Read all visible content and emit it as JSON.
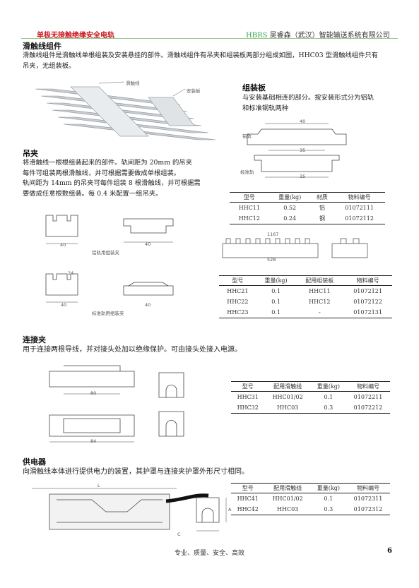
{
  "header": {
    "left_title": "单极无接触绝缘安全电轨",
    "brand": "HBRS",
    "company": " 吴睿森（武汉）智能输送系统有限公司"
  },
  "section1": {
    "title": "滑触线组件",
    "para_line1": "滑触线组件是滑触线单根组装及安装悬挂的部件。滑触线组件有吊夹和组装板两部分组成如图，HHC03 型滑触线组件只有",
    "para_line2": "吊夹，无组装板。",
    "callout1": "滑触线",
    "callout2": "安装板"
  },
  "assembly_board": {
    "title": "组装板",
    "desc_line1": "与安装基础相连的部分。按安装形式分为铝轨",
    "desc_line2": "和标准钢轨两种",
    "label_al": "铝轨",
    "label_std": "标准轨",
    "dim_top": "40",
    "dim_mid": "35",
    "dim_bot": "35",
    "table": {
      "headers": [
        "型号",
        "重量(kg)",
        "材质",
        "物料编号"
      ],
      "rows": [
        [
          "HHC11",
          "0.52",
          "铝",
          "01072111"
        ],
        [
          "HHC12",
          "0.24",
          "钢",
          "01072112"
        ]
      ]
    }
  },
  "clamp": {
    "title": "吊夹",
    "line1": "将滑触线一根根组装起来的部件。轨间距为 20mm 的吊夹",
    "line2": "每件可组装两根滑触线，并可根据需要做成单根组装。",
    "line3": "轨间距为 14mm 的吊夹可每件组装 8 根滑触线，并可根据需",
    "line4": "要做成任意根数组装。每 0.4 米配置一组吊夹。",
    "cap_al": "铝轨用组装夹",
    "cap_std": "标准轨用组装夹",
    "dim_a": "40",
    "dim_b": "40",
    "dim_c": "24",
    "dim_d": "40",
    "dim_e": "40",
    "long_top": "1167",
    "long_bot": "528",
    "table": {
      "headers": [
        "型号",
        "重量(kg)",
        "配用组装板",
        "物料编号"
      ],
      "rows": [
        [
          "HHC21",
          "0.1",
          "HHC11",
          "01072121"
        ],
        [
          "HHC22",
          "0.1",
          "HHC12",
          "01072122"
        ],
        [
          "HHC23",
          "0.1",
          "-",
          "01072131"
        ]
      ]
    }
  },
  "connector": {
    "title": "连接夹",
    "desc": "用于连接两根导线，并对接头处加以绝缘保护。可由接头处接入电源。",
    "dim_top": "80",
    "dim_bot": "84",
    "table": {
      "headers": [
        "型号",
        "配用滑触线",
        "重量(kg)",
        "物料编号"
      ],
      "rows": [
        [
          "HHC31",
          "HHC01/02",
          "0.1",
          "01072211"
        ],
        [
          "HHC32",
          "HHC03",
          "0.3",
          "01072212"
        ]
      ]
    }
  },
  "feeder": {
    "title": "供电器",
    "desc": "向滑触线本体进行提供电力的装置，其护罩与连接夹护罩外形尺寸相同。",
    "dim_l": "L",
    "dim_c": "C",
    "dim_a": "A",
    "table": {
      "headers": [
        "型号",
        "配用滑触线",
        "重量(kg)",
        "物料编号"
      ],
      "rows": [
        [
          "HHC41",
          "HHC01/02",
          "0.1",
          "01072311"
        ],
        [
          "HHC42",
          "HHC03",
          "0.3",
          "01072312"
        ]
      ]
    }
  },
  "footer": {
    "slogan": "专业、质量、安全、高效",
    "page_number": "6"
  }
}
